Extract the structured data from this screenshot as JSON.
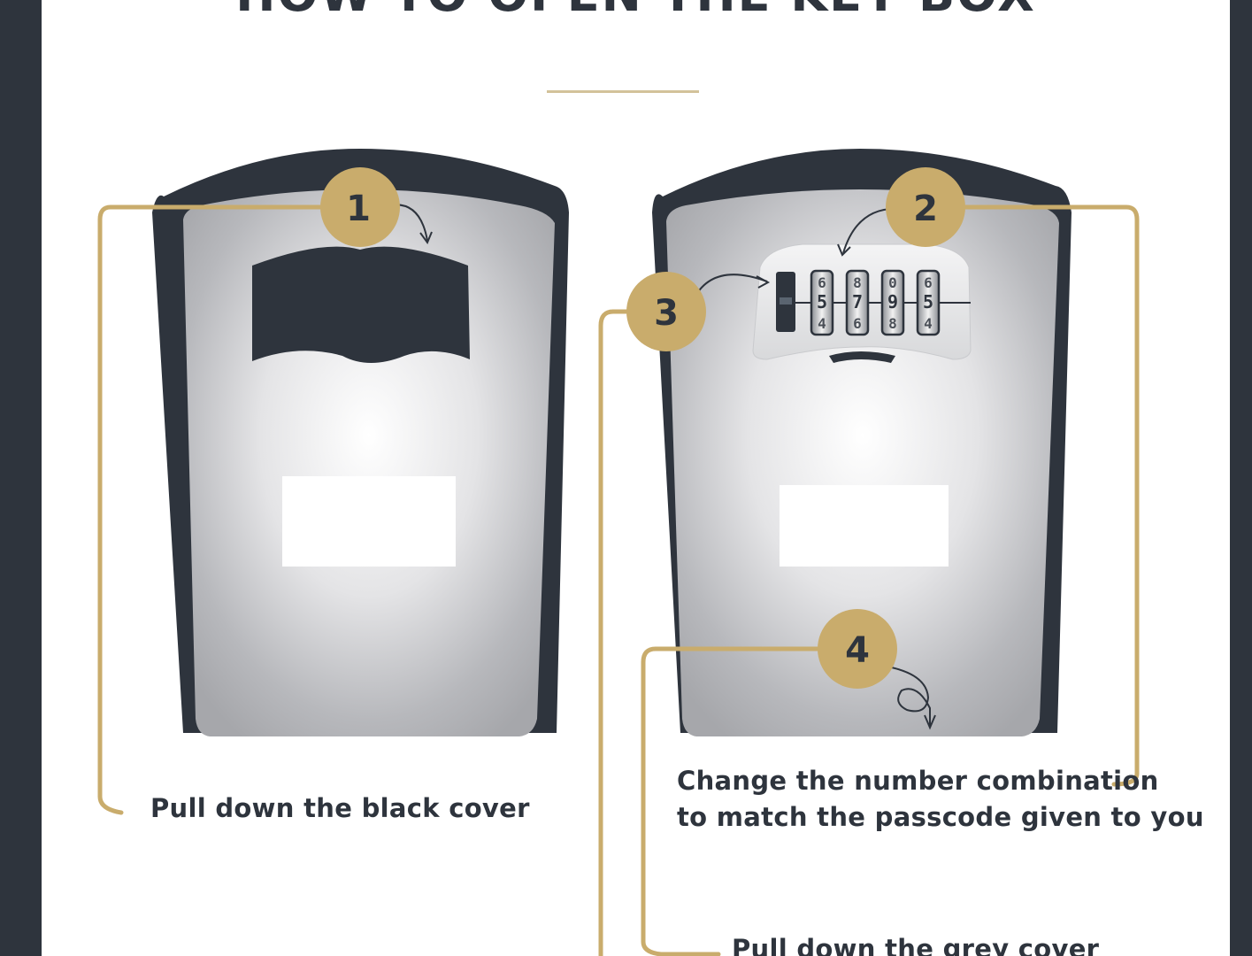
{
  "title": "HOW TO OPEN THE KEY BOX",
  "steps": [
    {
      "number": "1",
      "text": "Pull down the black cover"
    },
    {
      "number": "2",
      "text_line1": "Change the number combination",
      "text_line2": "to match the passcode given to you"
    },
    {
      "number": "3"
    },
    {
      "number": "4",
      "text": "Pull down the grey cover"
    }
  ],
  "dials": [
    [
      "6",
      "5",
      "4"
    ],
    [
      "8",
      "7",
      "6"
    ],
    [
      "0",
      "9",
      "8"
    ],
    [
      "6",
      "5",
      "4"
    ]
  ],
  "colors": {
    "frame": "#2e343d",
    "accent": "#c9ac6c",
    "accent_light": "#d3c29a",
    "box_body": "#2e343d"
  }
}
